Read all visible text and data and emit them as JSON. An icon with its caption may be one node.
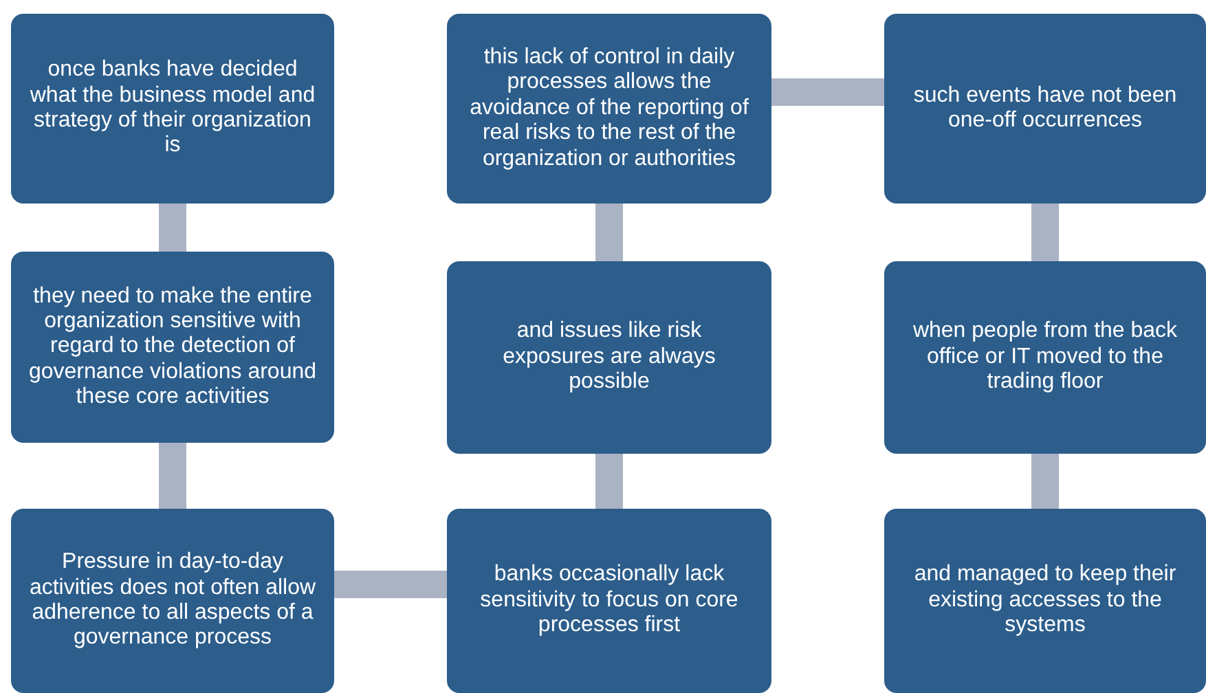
{
  "diagram": {
    "nodes": [
      {
        "text": [
          "once banks have decided what the business model and strategy of their organization is"
        ]
      },
      {
        "text": [
          "they need to make the entire organization sensitive with regard to the detection of governance violations around these core activities"
        ]
      },
      {
        "text": [
          "Pressure in day-to-day activities does not often allow adherence to all aspects of a governance process"
        ]
      },
      {
        "text": [
          "banks occasionally lack sensitivity to focus on core processes first"
        ]
      },
      {
        "text": [
          "and issues like risk exposures are always possible"
        ]
      },
      {
        "text": [
          "this lack of control in daily processes allows the avoidance of the reporting of real risks to the rest of the organization or authorities"
        ]
      },
      {
        "text": [
          "such events have not been one-off occurrences"
        ]
      },
      {
        "text": [
          "when people from the back office or IT moved to the trading floor"
        ]
      },
      {
        "text": [
          "and managed to keep their existing accesses to the systems"
        ]
      }
    ],
    "edges": [
      {
        "from": 0,
        "to": 1,
        "arrow": "none"
      },
      {
        "from": 1,
        "to": 2,
        "arrow": "none"
      },
      {
        "from": 2,
        "to": 3,
        "arrow": "none"
      },
      {
        "from": 3,
        "to": 4,
        "arrow": "none"
      },
      {
        "from": 4,
        "to": 5,
        "arrow": "none"
      },
      {
        "from": 5,
        "to": 6,
        "arrow": "none"
      },
      {
        "from": 6,
        "to": 7,
        "arrow": "none"
      },
      {
        "from": 7,
        "to": 8,
        "arrow": "none"
      }
    ]
  }
}
